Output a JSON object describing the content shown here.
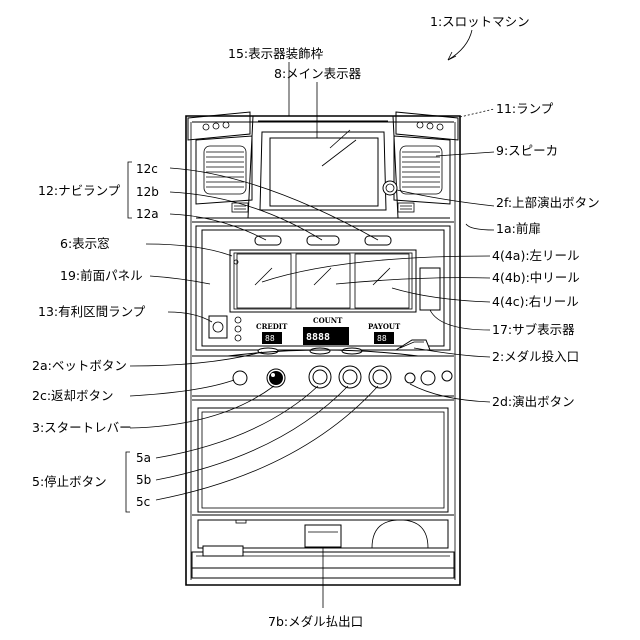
{
  "colors": {
    "line": "#000000",
    "background": "#ffffff"
  },
  "machine_texts": {
    "credit": "CREDIT",
    "count": "COUNT",
    "payout": "PAYOUT",
    "credit_digits": "88",
    "count_digits": "8888",
    "payout_digits": "88"
  },
  "labels": {
    "slot_machine": "1:スロットマシン",
    "display_frame": "15:表示器装飾枠",
    "main_display": "8:メイン表示器",
    "lamp": "11:ランプ",
    "speaker": "9:スピーカ",
    "top_effect_button": "2f:上部演出ボタン",
    "front_door": "1a:前扉",
    "navi_lamp": "12:ナビランプ",
    "navi_12c": "12c",
    "navi_12b": "12b",
    "navi_12a": "12a",
    "display_window": "6:表示窓",
    "front_panel": "19:前面パネル",
    "advantage_lamp": "13:有利区間ランプ",
    "left_reel": "4(4a):左リール",
    "center_reel": "4(4b):中リール",
    "right_reel": "4(4c):右リール",
    "sub_display": "17:サブ表示器",
    "bet_button": "2a:ベットボタン",
    "medal_slot": "2:メダル投入口",
    "return_button": "2c:返却ボタン",
    "effect_button": "2d:演出ボタン",
    "start_lever": "3:スタートレバー",
    "stop_button": "5:停止ボタン",
    "stop_5a": "5a",
    "stop_5b": "5b",
    "stop_5c": "5c",
    "payout_outlet": "7b:メダル払出口"
  }
}
